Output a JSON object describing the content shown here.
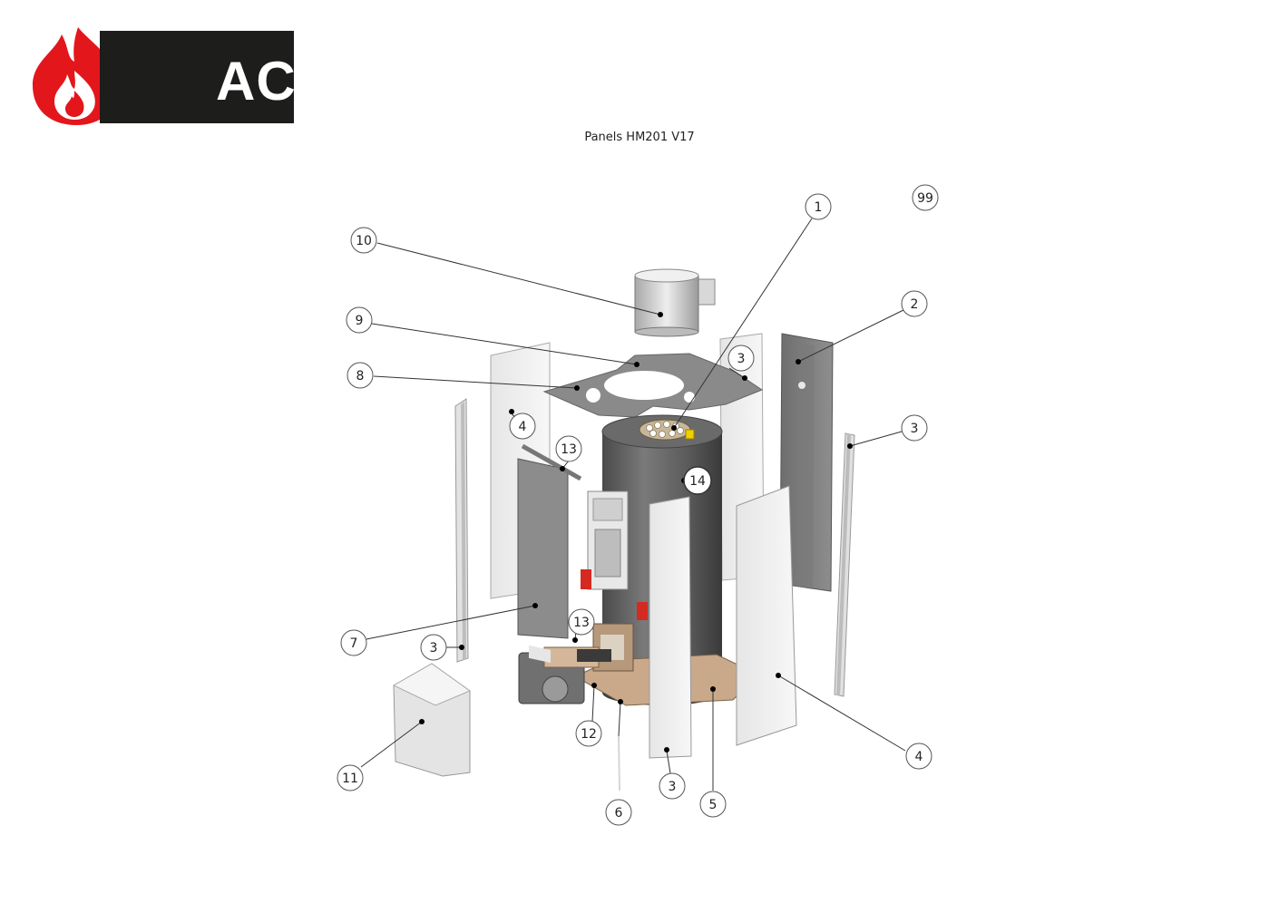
{
  "logo": {
    "text": "ACV",
    "brand_color": "#e3161c",
    "box_color": "#1d1d1b"
  },
  "title": "Panels HM201 V17",
  "diagram": {
    "callouts": [
      {
        "id": "c1",
        "label": "1"
      },
      {
        "id": "c2",
        "label": "2"
      },
      {
        "id": "c3a",
        "label": "3"
      },
      {
        "id": "c3b",
        "label": "3"
      },
      {
        "id": "c3c",
        "label": "3"
      },
      {
        "id": "c3d",
        "label": "3"
      },
      {
        "id": "c4a",
        "label": "4"
      },
      {
        "id": "c4b",
        "label": "4"
      },
      {
        "id": "c5",
        "label": "5"
      },
      {
        "id": "c6",
        "label": "6"
      },
      {
        "id": "c7",
        "label": "7"
      },
      {
        "id": "c8",
        "label": "8"
      },
      {
        "id": "c9",
        "label": "9"
      },
      {
        "id": "c10",
        "label": "10"
      },
      {
        "id": "c11",
        "label": "11"
      },
      {
        "id": "c12",
        "label": "12"
      },
      {
        "id": "c13a",
        "label": "13"
      },
      {
        "id": "c13b",
        "label": "13"
      },
      {
        "id": "c14",
        "label": "14"
      },
      {
        "id": "c99",
        "label": "99"
      }
    ]
  }
}
